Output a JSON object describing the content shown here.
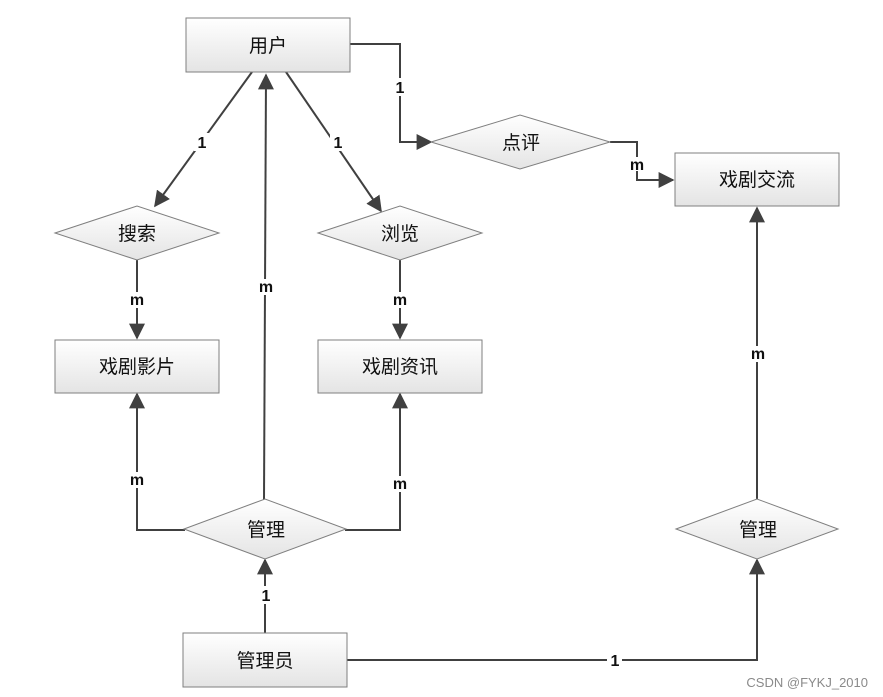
{
  "entities": {
    "user": "用户",
    "drama_exchange": "戏剧交流",
    "drama_film": "戏剧影片",
    "drama_news": "戏剧资讯",
    "admin": "管理员"
  },
  "relationships": {
    "comment": "点评",
    "search": "搜索",
    "browse": "浏览",
    "manage_left": "管理",
    "manage_right": "管理"
  },
  "cardinalities": {
    "user_search": "1",
    "user_browse": "1",
    "user_comment": "1",
    "comment_exchange": "m",
    "search_film": "m",
    "browse_news": "m",
    "manage_user": "m",
    "manage_film": "m",
    "manage_news": "m",
    "admin_manage": "1",
    "manage_exchange": "m",
    "admin_manage_right": "1"
  },
  "watermark": "CSDN @FYKJ_2010",
  "colors": {
    "line": "#404040",
    "box_border": "#7f7f7f",
    "fill_top": "#ffffff",
    "fill_bottom": "#e6e6e6"
  }
}
